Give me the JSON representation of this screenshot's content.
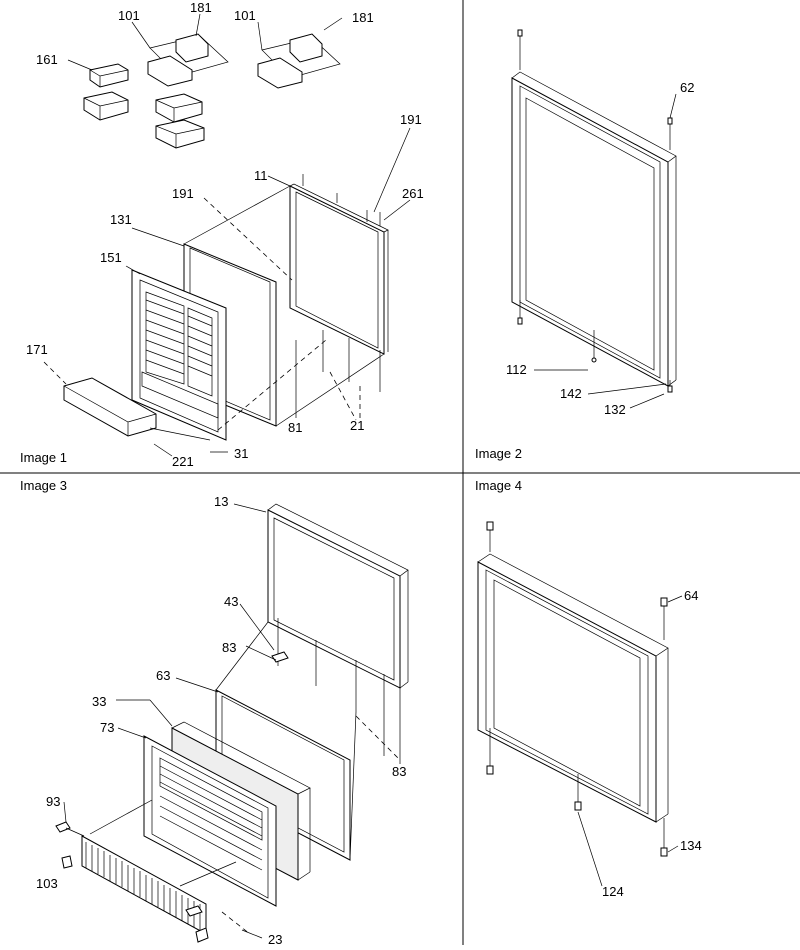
{
  "panels": [
    {
      "id": "image-1",
      "title": "Image 1"
    },
    {
      "id": "image-2",
      "title": "Image 2"
    },
    {
      "id": "image-3",
      "title": "Image 3"
    },
    {
      "id": "image-4",
      "title": "Image 4"
    }
  ],
  "callouts": {
    "image1": [
      "101",
      "181",
      "101",
      "181",
      "161",
      "191",
      "11",
      "191",
      "261",
      "131",
      "151",
      "171",
      "81",
      "21",
      "221",
      "31"
    ],
    "image2": [
      "62",
      "112",
      "142",
      "132"
    ],
    "image3": [
      "13",
      "43",
      "83",
      "63",
      "33",
      "73",
      "83",
      "93",
      "103",
      "23"
    ],
    "image4": [
      "64",
      "134",
      "124"
    ]
  }
}
